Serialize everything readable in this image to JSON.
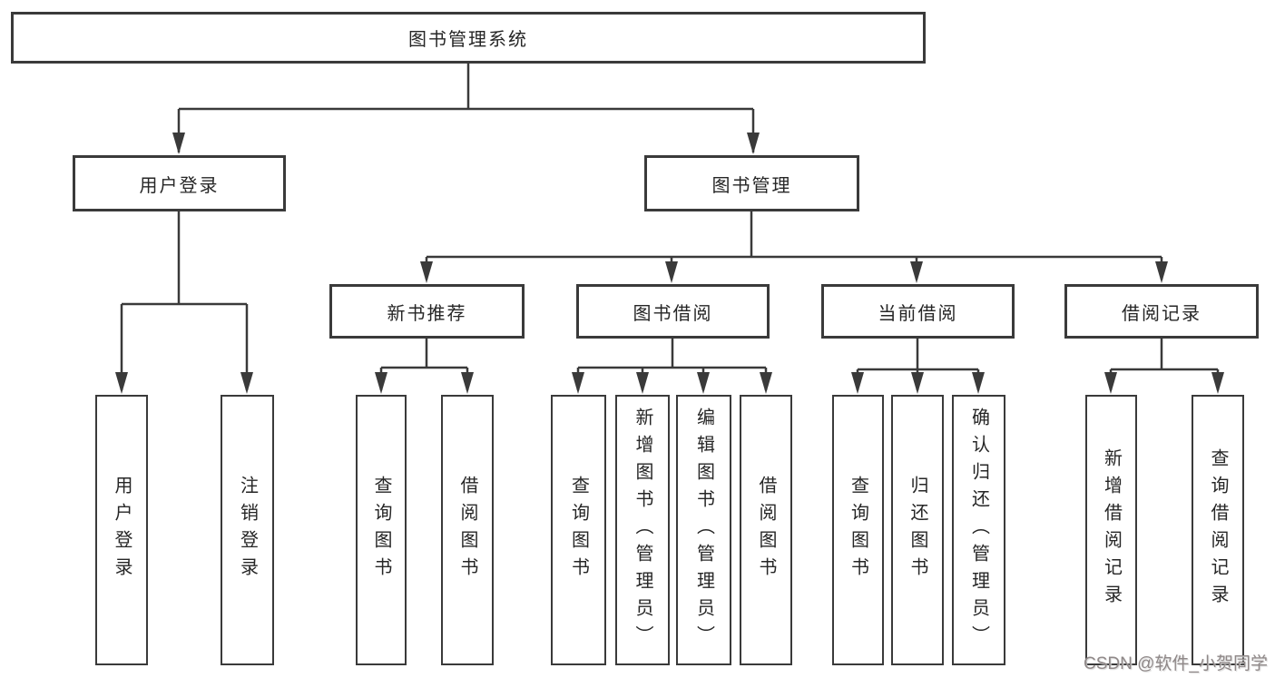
{
  "tree": {
    "root": {
      "label": "图书管理系统",
      "children": [
        {
          "label": "用户登录",
          "children": [
            {
              "label": "用户登录"
            },
            {
              "label": "注销登录"
            }
          ]
        },
        {
          "label": "图书管理",
          "children": [
            {
              "label": "新书推荐",
              "children": [
                {
                  "label": "查询图书"
                },
                {
                  "label": "借阅图书"
                }
              ]
            },
            {
              "label": "图书借阅",
              "children": [
                {
                  "label": "查询图书"
                },
                {
                  "label": "新增图书（管理员）"
                },
                {
                  "label": "编辑图书（管理员）"
                },
                {
                  "label": "借阅图书"
                }
              ]
            },
            {
              "label": "当前借阅",
              "children": [
                {
                  "label": "查询图书"
                },
                {
                  "label": "归还图书"
                },
                {
                  "label": "确认归还（管理员）"
                }
              ]
            },
            {
              "label": "借阅记录",
              "children": [
                {
                  "label": "新增借阅记录"
                },
                {
                  "label": "查询借阅记录"
                }
              ]
            }
          ]
        }
      ]
    }
  },
  "watermark": {
    "text": "CSDN @软件_小贺同学"
  },
  "colors": {
    "background": "#ffffff",
    "line": "#3a3a3a",
    "box_border": "#3a3a3a",
    "text": "#262626",
    "watermark": "#8f8888"
  }
}
